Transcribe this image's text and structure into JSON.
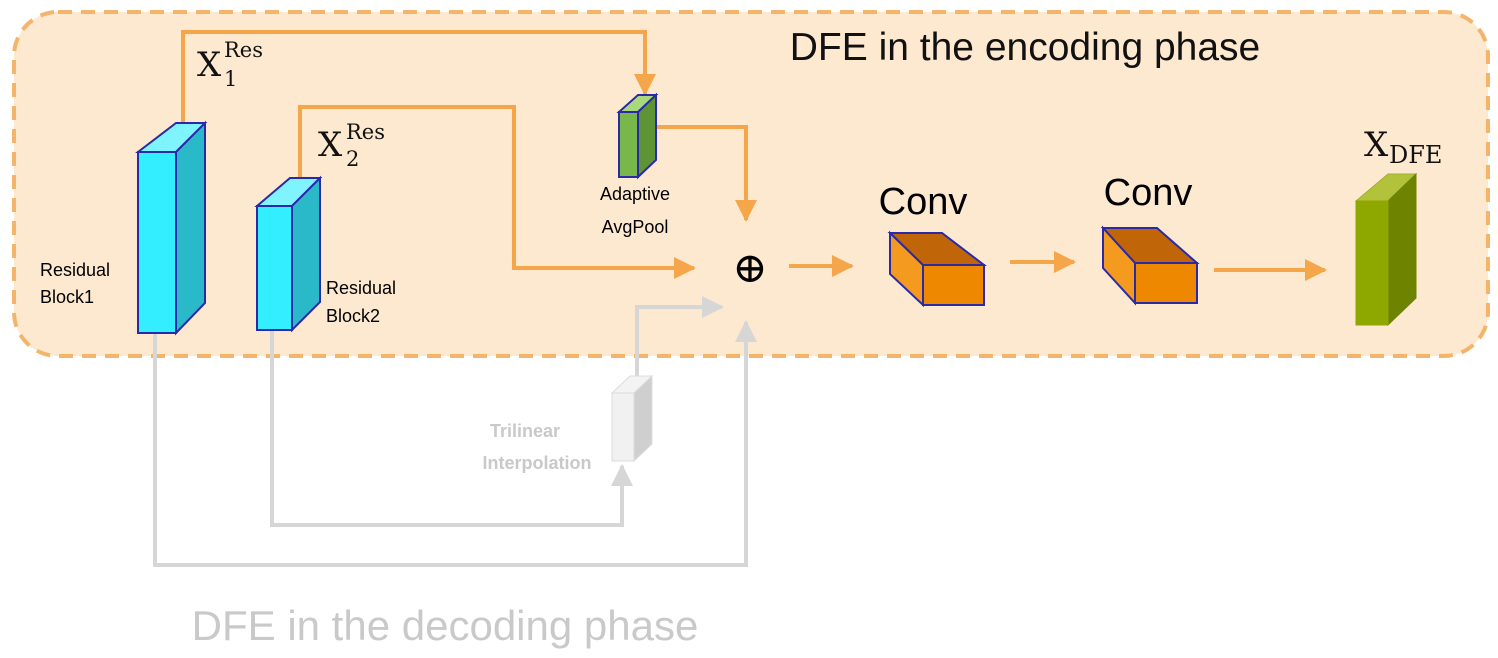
{
  "encoding": {
    "title": "DFE in the encoding phase",
    "block1_label": [
      "Residual",
      "Block1"
    ],
    "block2_label": [
      "Residual",
      "Block2"
    ],
    "x1_base": "X",
    "x1_sup": "Res",
    "x1_sub": "1",
    "x2_base": "X",
    "x2_sup": "Res",
    "x2_sub": "2",
    "pool_label": [
      "Adaptive",
      "AvgPool"
    ],
    "sum_symbol": "⊕",
    "conv1_label": "Conv",
    "conv2_label": "Conv",
    "out_base": "X",
    "out_sub": "DFE"
  },
  "decoding": {
    "title": "DFE in the decoding phase",
    "interp_label": [
      "Trilinear",
      "Interpolation"
    ]
  },
  "colors": {
    "panel_fill": "#fde8d0",
    "panel_border": "#f4b56b",
    "arrow_orange": "#f5a64a",
    "arrow_gray": "#d6d6d6",
    "residual_front": "#33eeff",
    "residual_side": "#29b9c9",
    "pool_front": "#78b84a",
    "conv_front": "#ee8800",
    "conv_top": "#c06608",
    "output_front": "#8fa800",
    "output_side": "#6e8400"
  }
}
